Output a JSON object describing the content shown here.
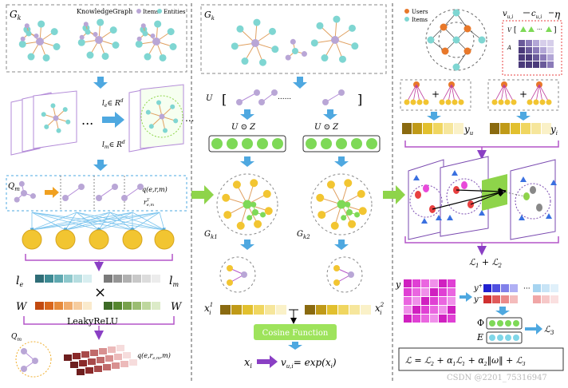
{
  "panel1": {
    "kg_label": "G",
    "kg_label_sub": "k",
    "kg_title": "KnowledgeGraph",
    "legend_items": "Items",
    "legend_entities": "Entities",
    "le_eq": "l",
    "le_sub": "e",
    "le_rest": "∈ R",
    "le_sup": "d",
    "lm_eq": "l",
    "lm_sub": "m",
    "lm_rest": "∈ R",
    "lm_sup": "d",
    "ellipsis": "...",
    "qm": "Q",
    "qm_sub": "m",
    "q_func": "q(e,r,m)",
    "r_label": "r",
    "r_sub": "e,m",
    "r_sup": "T",
    "l_e": "l",
    "l_e_sub": "e",
    "l_m": "l",
    "l_m_sub": "m",
    "times": "×",
    "W_left": "W",
    "W_right": "W",
    "leaky": "LeakyReLU",
    "qm_bottom": "Q",
    "qm_bottom_sub": "m",
    "q_func_bottom": "q(e,r",
    "q_func_bottom_sub": "e,m",
    "q_func_bottom_end": ",m)"
  },
  "panel2": {
    "gk": "G",
    "gk_sub": "k",
    "U": "U",
    "dots": "......",
    "u_z_left": "U ⊙ Z",
    "u_z_right": "U ⊙ Z",
    "gk1": "G",
    "gk1_sub": "k1",
    "gk2": "G",
    "gk2_sub": "k2",
    "x1": "x",
    "x1_sub": "i",
    "x1_sup": "1",
    "x2": "x",
    "x2_sub": "i",
    "x2_sup": "2",
    "cosine": "Cosine Function",
    "xi": "x",
    "xi_sub": "i",
    "v_eq": "v",
    "v_eq_sub": "u,i",
    "v_eq_rest": "= exp(x",
    "v_eq_rest_sub": "i",
    "v_eq_end": ")"
  },
  "panel3": {
    "legend_users": "Users",
    "legend_items": "Items",
    "vui": "v",
    "vui_sub": "u,i",
    "cui": "c",
    "cui_sub": "u,i",
    "eta": "η",
    "V": "V",
    "A": "A",
    "ellipsis": "···",
    "yu": "y",
    "yu_sub": "u",
    "yi": "y",
    "yi_sub": "i",
    "loss12": "ℒ",
    "loss12_sub1": "1",
    "loss12_mid": " + ℒ",
    "loss12_sub2": "2",
    "y_label": "y",
    "y_plus": "y",
    "y_plus_sup": "+",
    "y_minus": "y",
    "y_minus_sup": "−",
    "dots": "···",
    "phi": "Φ",
    "E": "E",
    "loss3": "ℒ",
    "loss3_sub": "3",
    "final_eq": "ℒ = ℒ",
    "final_eq_s2": "2",
    "final_eq_a": " + α",
    "final_eq_a_sub": "1",
    "final_eq_l1": "ℒ",
    "final_eq_l1_sub": "1",
    "final_eq_b": " + α",
    "final_eq_b_sub": "2",
    "final_eq_norm": "‖ω‖",
    "final_eq_c": " + ℒ",
    "final_eq_c_sub": "3",
    "watermark": "CSDN @2201_75316947"
  },
  "colors": {
    "arrow_blue": "#4ea8e0",
    "arrow_green": "#8ed44a",
    "arrow_purple": "#8a3fc4",
    "items_node": "#b9a6d6",
    "entity_node": "#7fd6d2",
    "yellow_node": "#f2c531",
    "green_node": "#7ed957",
    "user_node": "#e8782a",
    "pink": "#e84ad9",
    "bracket": "#b455c8"
  }
}
